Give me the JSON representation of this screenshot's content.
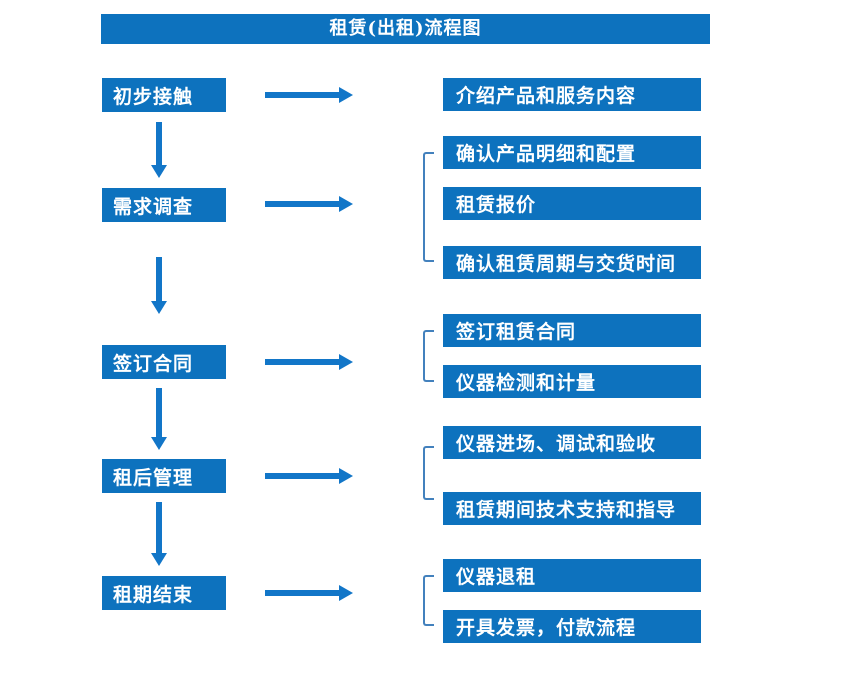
{
  "title": "租赁(出租)流程图",
  "colors": {
    "box_blue": "#0d72be",
    "arrow_blue": "#1276c8",
    "bracket_blue": "#4381bd",
    "text": "#ffffff",
    "background": "#ffffff"
  },
  "stages": [
    {
      "label": "初步接触",
      "details": [
        "介绍产品和服务内容"
      ]
    },
    {
      "label": "需求调查",
      "details": [
        "确认产品明细和配置",
        "租赁报价",
        "确认租赁周期与交货时间"
      ]
    },
    {
      "label": "签订合同",
      "details": [
        "签订租赁合同",
        "仪器检测和计量"
      ]
    },
    {
      "label": "租后管理",
      "details": [
        "仪器进场、调试和验收",
        "租赁期间技术支持和指导"
      ]
    },
    {
      "label": "租期结束",
      "details": [
        "仪器退租",
        "开具发票，付款流程"
      ]
    }
  ]
}
